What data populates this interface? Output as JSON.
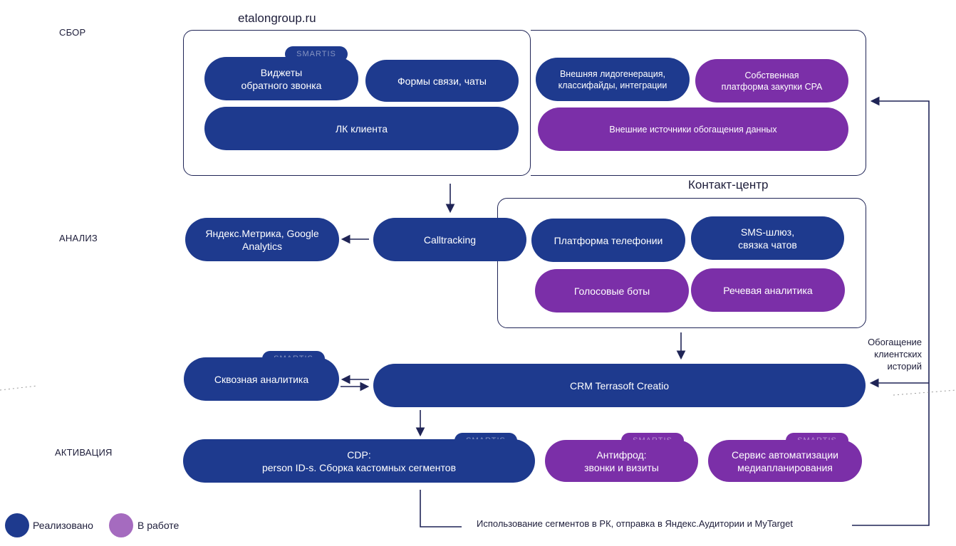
{
  "stages": {
    "collect": "СБОР",
    "analysis": "АНАЛИЗ",
    "activation": "АКТИВАЦИЯ"
  },
  "frames": {
    "site": "etalongroup.ru",
    "contact_center": "Контакт-центр"
  },
  "tags": {
    "smartis": "SMARTIS"
  },
  "nodes": {
    "widgets": "Виджеты\nобратного звонка",
    "forms": "Формы связи, чаты",
    "lk": "ЛК клиента",
    "leadgen": "Внешняя лидогенерация,\nклассифайды, интеграции",
    "cpa": "Собственная\nплатформа закупки CPA",
    "enrichment_sources": "Внешние источники обогащения данных",
    "metrika": "Яндекс.Метрика, Google\nAnalytics",
    "calltracking": "Calltracking",
    "telephony": "Платформа телефонии",
    "sms": "SMS-шлюз,\nсвязка чатов",
    "voicebots": "Голосовые боты",
    "speech": "Речевая аналитика",
    "e2e": "Сквозная аналитика",
    "crm": "CRM Terrasoft Creatio",
    "cdp": "CDP:\nperson ID-s. Сборка кастомных сегментов",
    "antifraud": "Антифрод:\nзвонки и визиты",
    "mediaplan": "Сервис автоматизации\nмедиапланирования"
  },
  "notes": {
    "enrichment": "Обогащение\nклиентских\nисторий",
    "segments": "Использование сегментов в РК, отправка в Яндекс.Аудитории и MyTarget"
  },
  "legend": {
    "done": "Реализовано",
    "in_progress": "В работе"
  },
  "colors": {
    "done": "#1e3a8e",
    "in_progress": "#7b2fa8",
    "line": "#1f2456"
  }
}
